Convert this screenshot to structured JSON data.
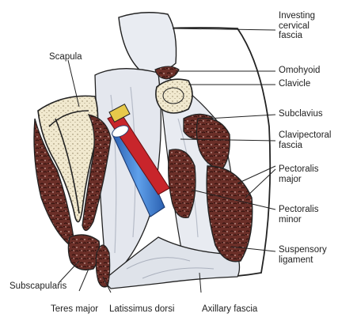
{
  "labels": {
    "investing": [
      "Investing",
      "cervical",
      "fascia"
    ],
    "omohyoid": "Omohyoid",
    "clavicle": "Clavicle",
    "subclavius": "Subclavius",
    "clavipectoral": [
      "Clavipectoral",
      "fascia"
    ],
    "pectoralis_major": [
      "Pectoralis",
      "major"
    ],
    "pectoralis_minor": [
      "Pectoralis",
      "minor"
    ],
    "suspensory": [
      "Suspensory",
      "ligament"
    ],
    "scapula": "Scapula",
    "subscapularis": "Subscapularis",
    "teres_major": "Teres major",
    "latissimus_dorsi": "Latissimus dorsi",
    "axillary_fascia": "Axillary fascia"
  },
  "colors": {
    "muscle": "#6b2f28",
    "muscle_dark": "#3a1410",
    "bone": "#f1e9cf",
    "fascia": "#e4e7ee",
    "fascia_shade": "#b6bcc8",
    "artery": "#c8252b",
    "vein": "#3d7fd1",
    "outline": "#222222"
  }
}
